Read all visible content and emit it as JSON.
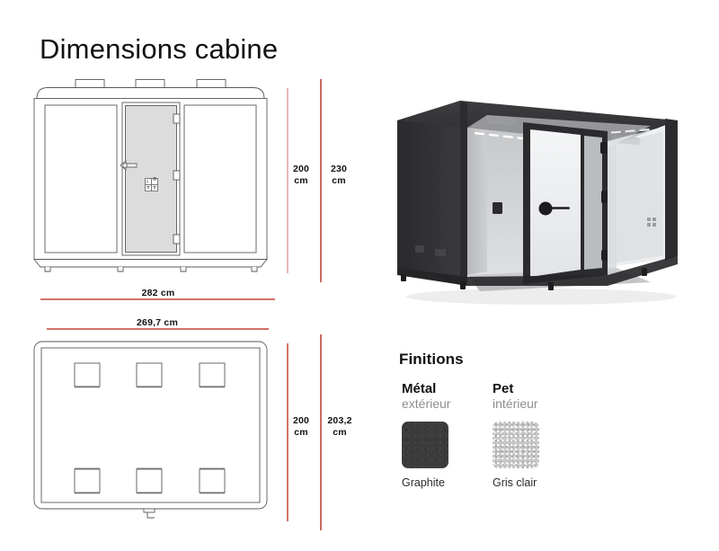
{
  "title": "Dimensions cabine",
  "drawings": {
    "front_view": {
      "name": "front-elevation",
      "panels": [
        "left-glass-panel",
        "center-door",
        "right-glass-panel"
      ],
      "roof_vents": 3,
      "feet": 4,
      "door_icons": [
        "door-handle-icon",
        "door-signage-icon"
      ]
    },
    "plan_view": {
      "name": "plan-top-view",
      "seat_squares": 6,
      "handle": "plan-door-handle"
    }
  },
  "dimensions": {
    "height_inner": "200\ncm",
    "height_outer": "230\ncm",
    "width_outer": "282 cm",
    "width_inner": "269,7 cm",
    "depth_inner": "200\ncm",
    "depth_outer": "203,2 cm"
  },
  "finitions": {
    "heading": "Finitions",
    "options": [
      {
        "name": "Métal",
        "sub": "extérieur",
        "swatch_label": "Graphite",
        "swatch_color": "#3b3b3b"
      },
      {
        "name": "Pet",
        "sub": "intérieur",
        "swatch_label": "Gris clair",
        "swatch_color": "#c9c9c9"
      }
    ]
  },
  "render": {
    "name": "cabine-3d-render",
    "body_color": "#2f2f31",
    "interior_color": "#d2d3d5",
    "glass_color": "#e9ecee"
  },
  "colors": {
    "dimension_line": "#c0453a",
    "dimension_line_light": "#e0a79f",
    "drawing_stroke": "#58595b",
    "door_fill": "#dcdcdc"
  }
}
